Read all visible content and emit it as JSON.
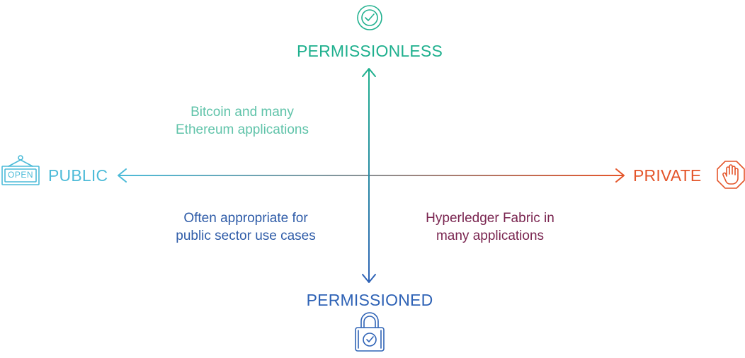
{
  "colors": {
    "teal": "#1fb08e",
    "light_blue": "#4dbbd8",
    "blue": "#2f63b6",
    "orange": "#e4552a",
    "light_teal_text": "#5fc3a9",
    "dark_blue_text": "#2f5ca8",
    "maroon_text": "#7a2550"
  },
  "axes": {
    "top": "PERMISSIONLESS",
    "bottom": "PERMISSIONED",
    "left": "PUBLIC",
    "right": "PRIVATE"
  },
  "quadrants": {
    "top_left": [
      "Bitcoin and many",
      "Ethereum applications"
    ],
    "bottom_left": [
      "Often appropriate for",
      "public sector use cases"
    ],
    "bottom_right": [
      "Hyperledger Fabric  in",
      "many applications"
    ]
  },
  "icons": {
    "top": "check-circle-icon",
    "bottom": "padlock-check-icon",
    "left": "open-sign-icon",
    "right": "stop-hand-icon"
  },
  "sign_text": "OPEN"
}
